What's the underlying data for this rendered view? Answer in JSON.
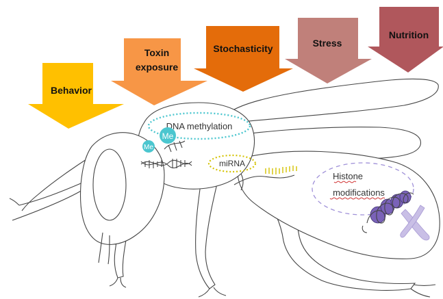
{
  "factors": [
    {
      "label_lines": [
        "Behavior"
      ],
      "color": "#ffc000"
    },
    {
      "label_lines": [
        "Toxin",
        "exposure"
      ],
      "color": "#f79646"
    },
    {
      "label_lines": [
        "Stochasticity"
      ],
      "color": "#e46c0a"
    },
    {
      "label_lines": [
        "Stress"
      ],
      "color": "#c0807a"
    },
    {
      "label_lines": [
        "Nutrition"
      ],
      "color": "#b0575c"
    }
  ],
  "mechanisms": {
    "dna_methylation": {
      "label": "DNA methylation",
      "color": "#4bc6cf"
    },
    "methyl_marks": [
      "Me",
      "Me"
    ],
    "mirna": {
      "label": "miRNA",
      "color": "#d4c200"
    },
    "histone": {
      "label_lines": [
        "Histone",
        "modifications"
      ],
      "color": "#9f90d8"
    }
  }
}
